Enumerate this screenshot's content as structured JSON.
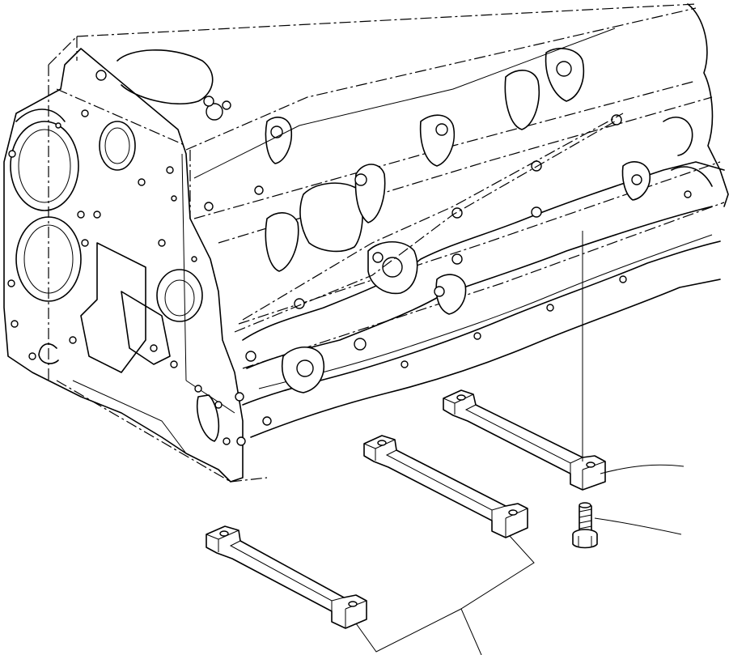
{
  "diagram": {
    "kind": "exploded parts view",
    "colors": {
      "line": "#000000",
      "background": "#ffffff"
    },
    "parts": [
      {
        "id": "engine-block",
        "icon": "engine-block-outline"
      },
      {
        "id": "bracket-rear",
        "icon": "strap-bracket"
      },
      {
        "id": "bracket-middle",
        "icon": "strap-bracket"
      },
      {
        "id": "bracket-front",
        "icon": "strap-bracket"
      },
      {
        "id": "bolt",
        "icon": "flange-bolt"
      }
    ],
    "callouts": [
      {
        "target": "bracket-rear",
        "label": ""
      },
      {
        "target": "bolt",
        "label": ""
      },
      {
        "target": "bracket-middle-and-front",
        "label": ""
      }
    ]
  }
}
